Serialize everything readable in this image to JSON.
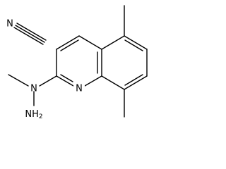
{
  "molecule": {
    "atom_labels": {
      "nitrile_n": "N",
      "ring_n": "N",
      "hydrazine_n": "N",
      "amino": "NH2"
    }
  },
  "colors": {
    "bond": "#000000",
    "text": "#000000",
    "background": "#ffffff"
  }
}
